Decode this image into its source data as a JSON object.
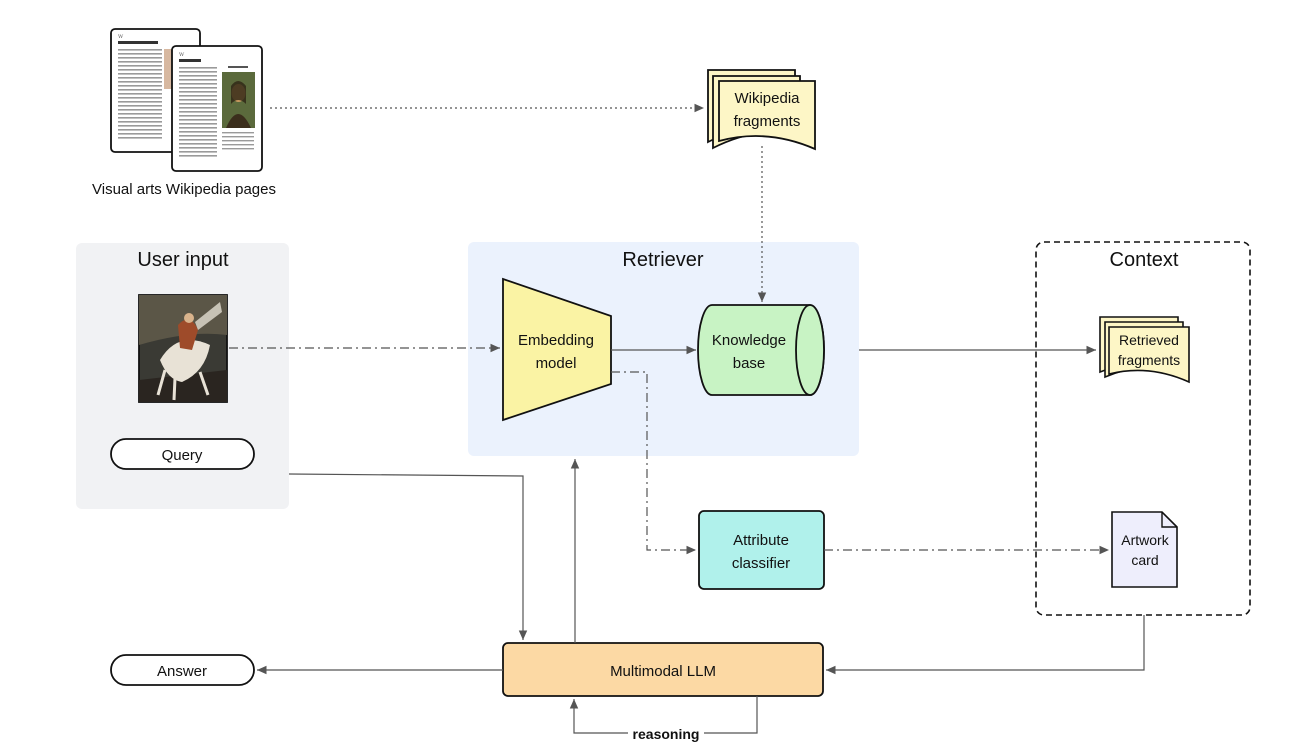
{
  "sources": {
    "wiki_pages_label": "Visual arts Wikipedia pages",
    "wiki_fragments_line1": "Wikipedia",
    "wiki_fragments_line2": "fragments"
  },
  "user_input": {
    "title": "User input",
    "query_label": "Query"
  },
  "retriever": {
    "title": "Retriever",
    "embedding_line1": "Embedding",
    "embedding_line2": "model",
    "kb_line1": "Knowledge",
    "kb_line2": "base"
  },
  "context": {
    "title": "Context",
    "retrieved_line1": "Retrieved",
    "retrieved_line2": "fragments",
    "card_line1": "Artwork",
    "card_line2": "card"
  },
  "classifier": {
    "line1": "Attribute",
    "line2": "classifier"
  },
  "llm": {
    "label": "Multimodal LLM",
    "loop_label": "reasoning"
  },
  "output": {
    "answer_label": "Answer"
  },
  "colors": {
    "user_input_bg": "#f1f2f4",
    "retriever_bg": "#ebf2fd",
    "embedding_fill": "#faf3a4",
    "kb_fill": "#c8f3c4",
    "classifier_fill": "#b0f1eb",
    "llm_fill": "#fcd9a4",
    "fragment_fill": "#fdf6c6",
    "card_fill": "#eeeefc"
  }
}
